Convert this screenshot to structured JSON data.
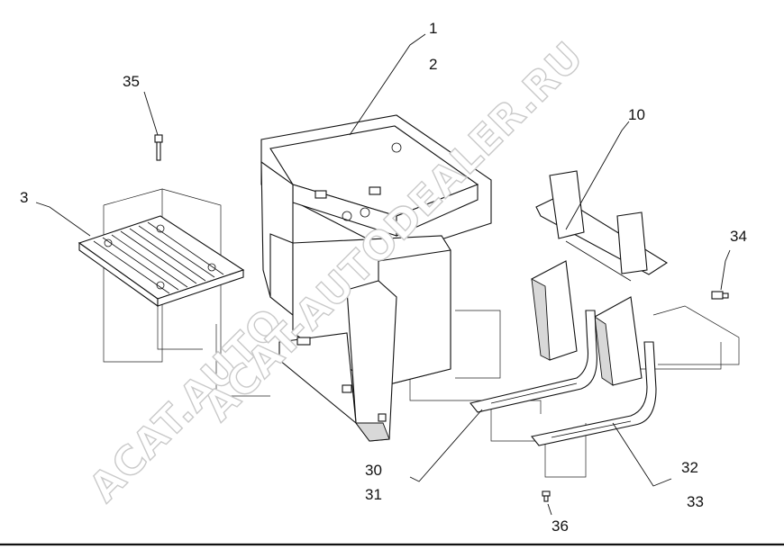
{
  "callouts": {
    "c1": "1",
    "c2": "2",
    "c3": "3",
    "c10": "10",
    "c30": "30",
    "c31": "31",
    "c32": "32",
    "c33": "33",
    "c34": "34",
    "c35": "35",
    "c36": "36"
  },
  "watermark": {
    "upper": "ACAT-AUTODEALER.RU",
    "lower": "ACAT.AUTO"
  },
  "colors": {
    "line": "#111111",
    "watermark_stroke": "#c9c9c9"
  }
}
